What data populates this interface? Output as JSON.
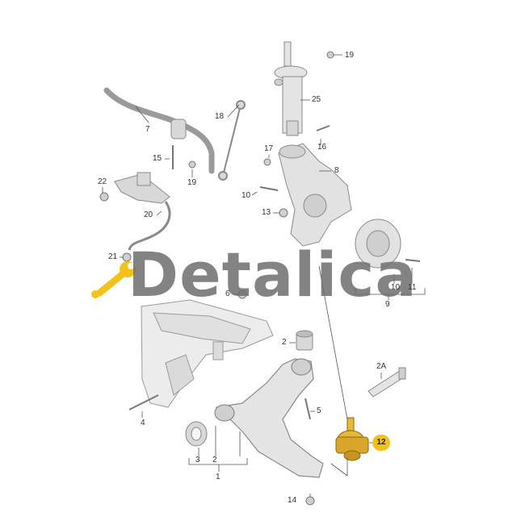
{
  "watermark": "Detalica",
  "highlight": {
    "label": "12",
    "color": "#f2c21b"
  },
  "callouts": {
    "c19a": "19",
    "c25": "25",
    "c7": "7",
    "c18": "18",
    "c16": "16",
    "c17": "17",
    "c15": "15",
    "c19b": "19",
    "c8": "8",
    "c22": "22",
    "c10a": "10",
    "c13": "13",
    "c20": "20",
    "c21": "21",
    "c10b": "10",
    "c11": "11",
    "c9": "9",
    "c6": "6",
    "c2": "2",
    "c2A": "2A",
    "c5": "5",
    "c4": "4",
    "c3": "3",
    "c2b": "2",
    "c1": "1",
    "c14": "14"
  },
  "colors": {
    "line": "#555555",
    "part_fill": "#e6e6e6",
    "part_stroke": "#8a8a8a",
    "ball_joint": "#e8b838",
    "wrench": "#f2c21b"
  }
}
